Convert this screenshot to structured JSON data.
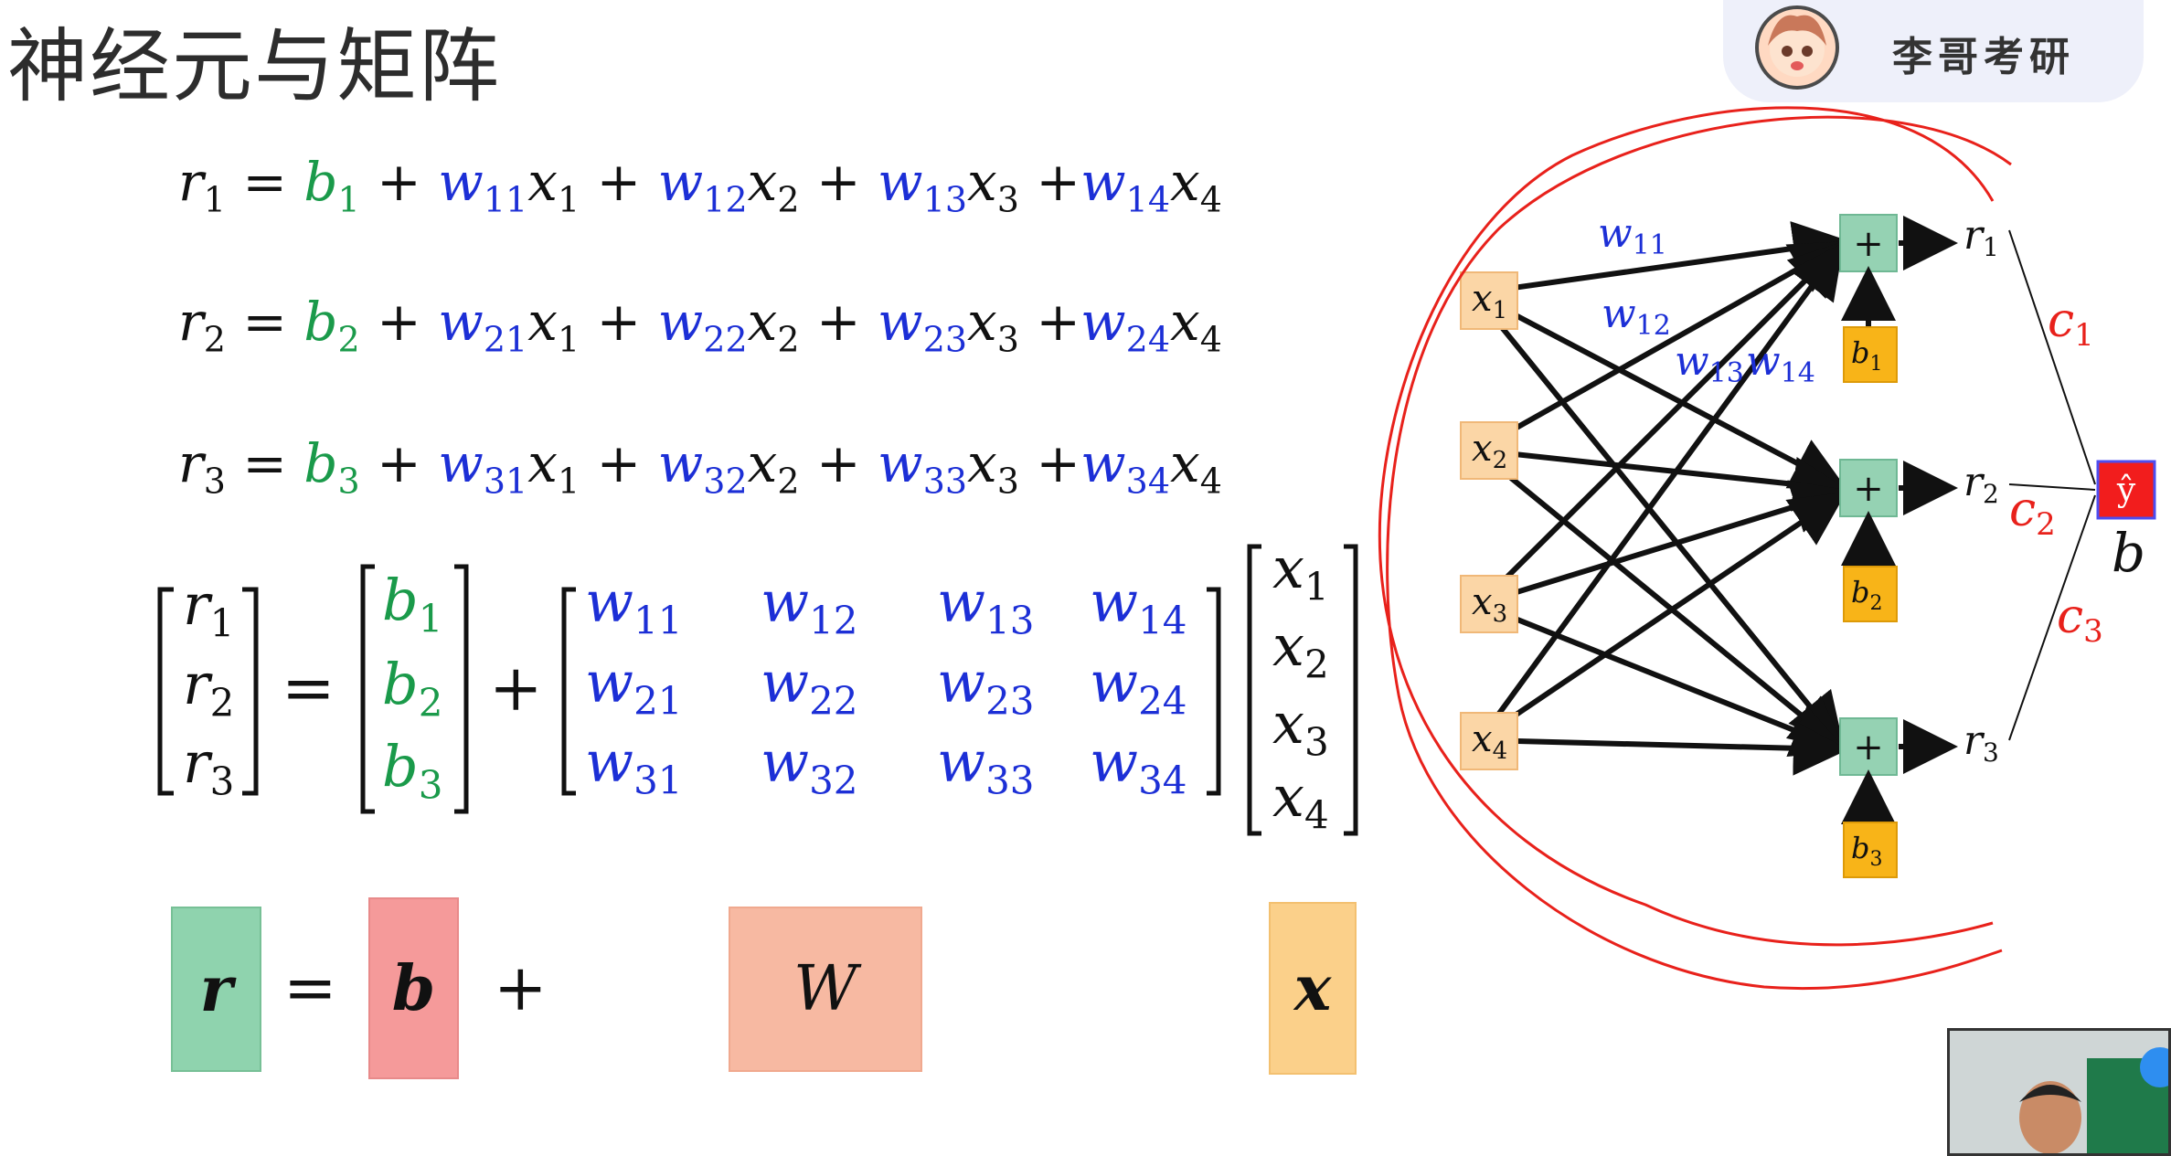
{
  "slide": {
    "title": "神经元与矩阵",
    "badge_text": "李哥考研",
    "colors": {
      "bias": "#1a9a4a",
      "weight": "#1c2fd6",
      "annotation": "#e8211b",
      "r_box": "#8fd3ae",
      "b_box": "#f59a9a",
      "W_box": "#f7b9a2",
      "x_box": "#fbd08a"
    }
  },
  "equations": [
    {
      "lhs": "r",
      "lhs_sub": "1",
      "bias": "b",
      "bias_sub": "1",
      "terms": [
        [
          "w",
          "11",
          "x",
          "1"
        ],
        [
          "w",
          "12",
          "x",
          "2"
        ],
        [
          "w",
          "13",
          "x",
          "3"
        ],
        [
          "w",
          "14",
          "x",
          "4"
        ]
      ]
    },
    {
      "lhs": "r",
      "lhs_sub": "2",
      "bias": "b",
      "bias_sub": "2",
      "terms": [
        [
          "w",
          "21",
          "x",
          "1"
        ],
        [
          "w",
          "22",
          "x",
          "2"
        ],
        [
          "w",
          "23",
          "x",
          "3"
        ],
        [
          "w",
          "24",
          "x",
          "4"
        ]
      ]
    },
    {
      "lhs": "r",
      "lhs_sub": "3",
      "bias": "b",
      "bias_sub": "3",
      "terms": [
        [
          "w",
          "31",
          "x",
          "1"
        ],
        [
          "w",
          "32",
          "x",
          "2"
        ],
        [
          "w",
          "33",
          "x",
          "3"
        ],
        [
          "w",
          "34",
          "x",
          "4"
        ]
      ]
    }
  ],
  "matrix_form": {
    "r_vec": [
      "1",
      "2",
      "3"
    ],
    "b_vec": [
      "1",
      "2",
      "3"
    ],
    "W": [
      [
        "11",
        "12",
        "13",
        "14"
      ],
      [
        "21",
        "22",
        "23",
        "24"
      ],
      [
        "31",
        "32",
        "33",
        "34"
      ]
    ],
    "x_vec": [
      "1",
      "2",
      "3",
      "4"
    ],
    "equals": "=",
    "plus": "+"
  },
  "symbolic": {
    "r": "r",
    "b": "b",
    "W": "W",
    "x": "x",
    "equals": "=",
    "plus": "+"
  },
  "diagram": {
    "inputs": [
      "x",
      "x",
      "x",
      "x"
    ],
    "input_subs": [
      "1",
      "2",
      "3",
      "4"
    ],
    "sum_label": "+",
    "biases": [
      "b",
      "b",
      "b"
    ],
    "bias_subs": [
      "1",
      "2",
      "3"
    ],
    "outputs": [
      "r",
      "r",
      "r"
    ],
    "output_subs": [
      "1",
      "2",
      "3"
    ],
    "weight_labels": [
      [
        "w",
        "11"
      ],
      [
        "w",
        "12"
      ],
      [
        "w",
        "13"
      ],
      [
        "w",
        "14"
      ]
    ],
    "output_node": "ŷ",
    "output_bias": "b",
    "annotations": [
      [
        "c",
        "1"
      ],
      [
        "c",
        "2"
      ],
      [
        "c",
        "3"
      ]
    ]
  }
}
